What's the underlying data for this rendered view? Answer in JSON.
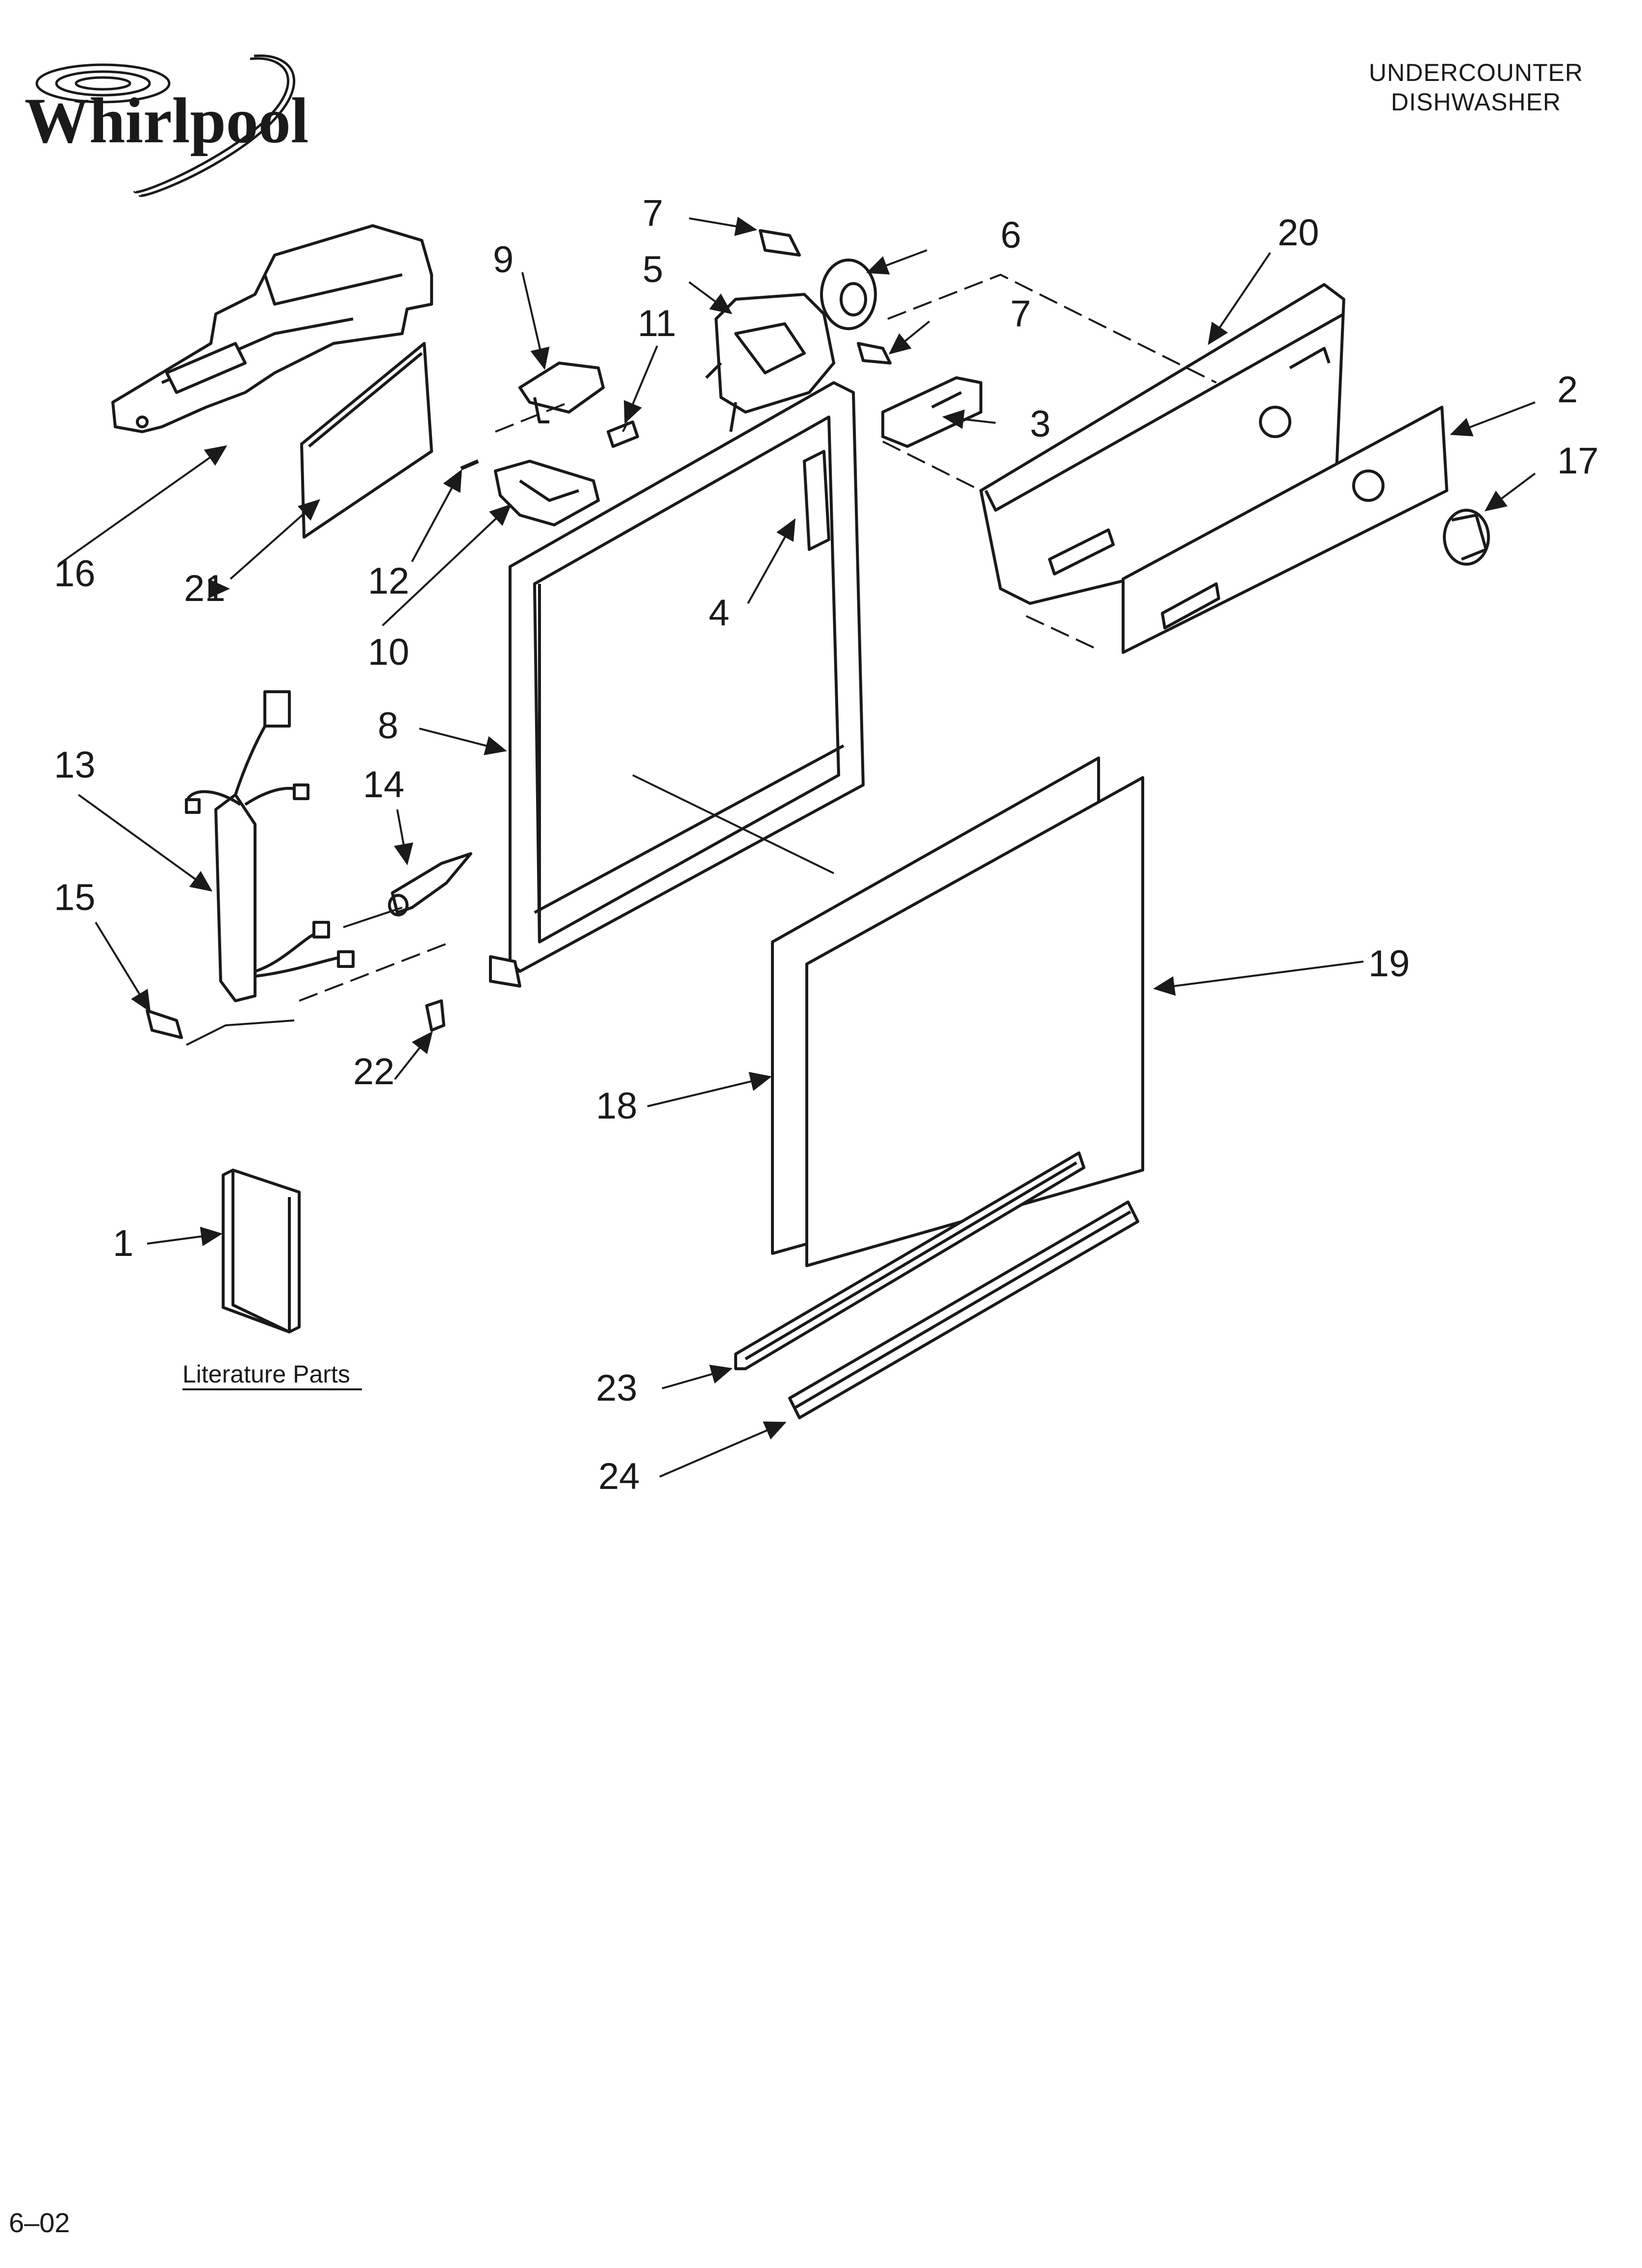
{
  "brand": {
    "logo_text": "Whirlpool"
  },
  "header": {
    "line1": "UNDERCOUNTER",
    "line2": "DISHWASHER"
  },
  "callouts": {
    "c1": "1",
    "c2": "2",
    "c3": "3",
    "c4": "4",
    "c5": "5",
    "c6": "6",
    "c7a": "7",
    "c7b": "7",
    "c8": "8",
    "c9": "9",
    "c10": "10",
    "c11": "11",
    "c12": "12",
    "c13": "13",
    "c14": "14",
    "c15": "15",
    "c16": "16",
    "c17": "17",
    "c18": "18",
    "c19": "19",
    "c20": "20",
    "c21": "21",
    "c22": "22",
    "c23": "23",
    "c24": "24"
  },
  "literature": {
    "label": "Literature Parts"
  },
  "footer": {
    "date": "6–02"
  },
  "colors": {
    "ink": "#1a1a1a",
    "paper": "#ffffff"
  }
}
